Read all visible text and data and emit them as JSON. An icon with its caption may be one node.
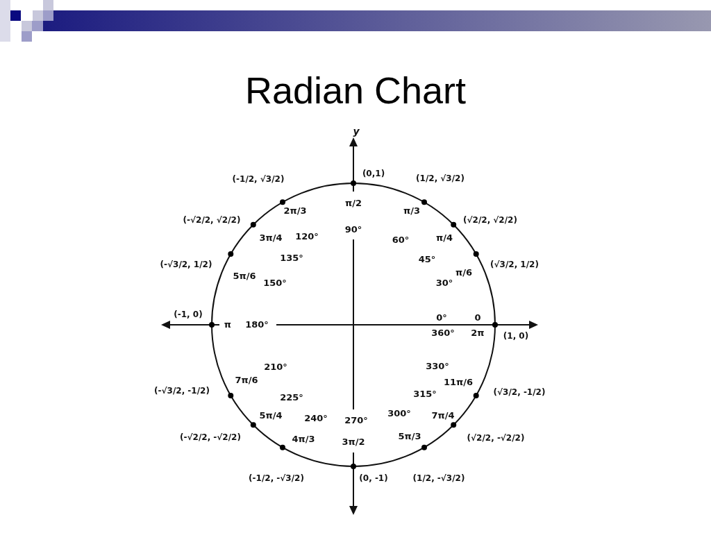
{
  "diagram": {
    "title": "Radian Chart",
    "labels": [
      "y",
      "(-1/2, √3/2)",
      "(0,1)",
      "(1/2, √3/2)",
      "2π/3",
      "π/2",
      "π/3",
      "(-√2/2, √2/2)",
      "(√2/2, √2/2)",
      "3π/4",
      "120°",
      "90°",
      "60°",
      "π/4",
      "(-√3/2, 1/2)",
      "135°",
      "45°",
      "π/6",
      "(√3/2, 1/2)",
      "5π/6",
      "150°",
      "30°",
      "(-1, 0)",
      "0°",
      "0",
      "π",
      "180°",
      "360°",
      "2π",
      "(1, 0)",
      "210°",
      "330°",
      "(-√3/2, -1/2)",
      "7π/6",
      "11π/6",
      "(√3/2, -1/2)",
      "225°",
      "315°",
      "5π/4",
      "240°",
      "270°",
      "300°",
      "7π/4",
      "(-√2/2, -√2/2)",
      "4π/3",
      "3π/2",
      "5π/3",
      "(√2/2, -√2/2)",
      "(-1/2, -√3/2)",
      "(0, -1)",
      "(1/2, -√3/2)"
    ]
  }
}
